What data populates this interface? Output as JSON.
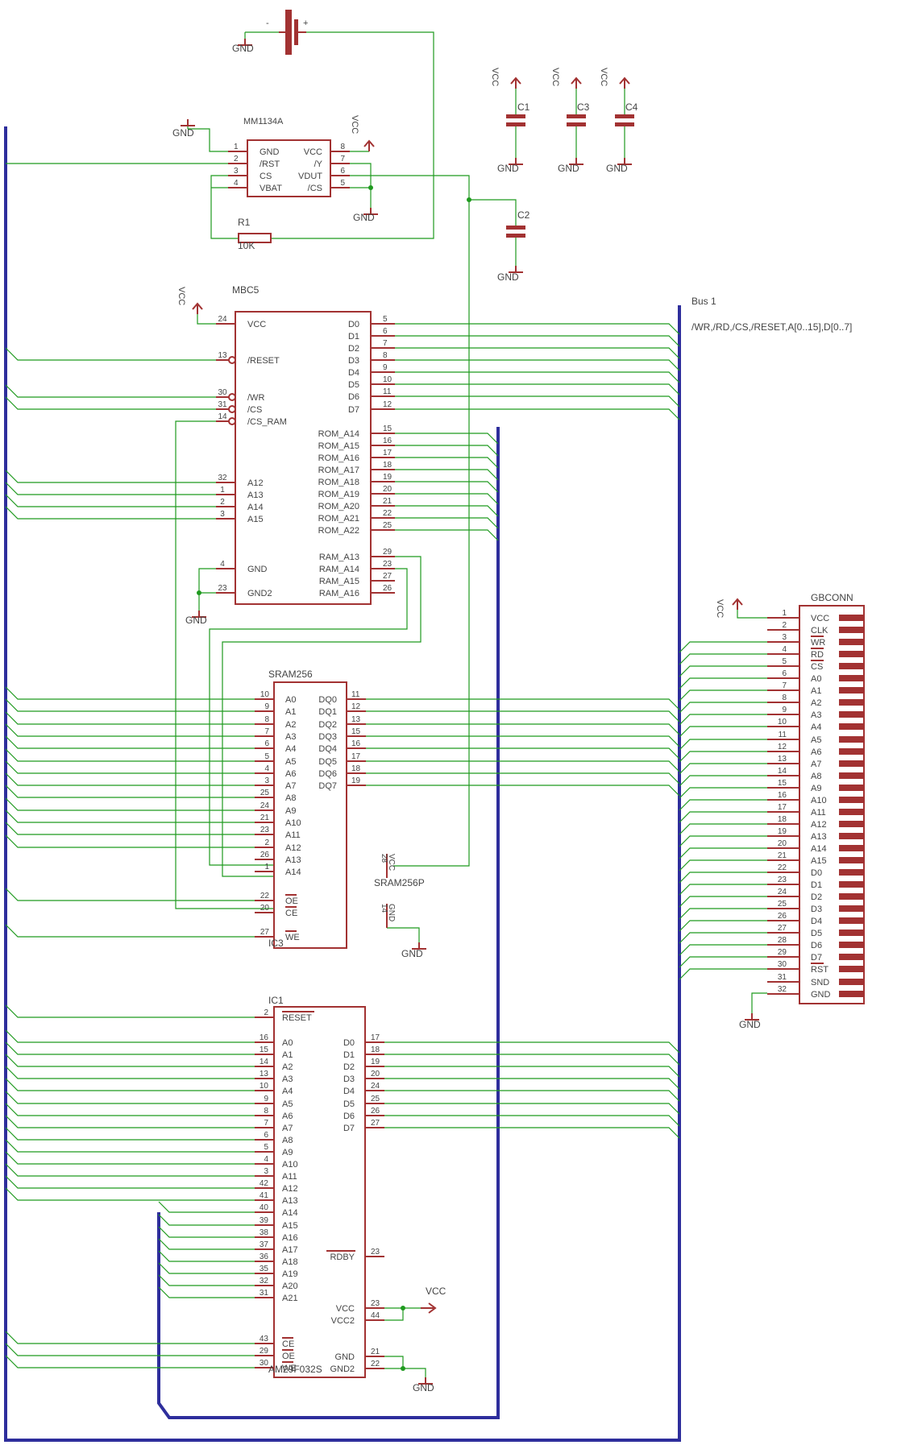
{
  "colors": {
    "wire": "#1f9a1f",
    "part": "#a23232",
    "bus": "#2e2e9c",
    "text": "#444444"
  },
  "battery": {
    "minus": "-",
    "plus": "+",
    "gnd": "GND"
  },
  "mm1134": {
    "name": "MM1134A",
    "gnd_top": "GND",
    "vcc": "VCC",
    "gnd_bottom": "GND",
    "left": [
      {
        "p": "1",
        "l": "GND"
      },
      {
        "p": "2",
        "l": "/RST"
      },
      {
        "p": "3",
        "l": "CS"
      },
      {
        "p": "4",
        "l": "VBAT"
      }
    ],
    "right": [
      {
        "p": "8",
        "l": "VCC"
      },
      {
        "p": "7",
        "l": "/Y"
      },
      {
        "p": "6",
        "l": "VDUT"
      },
      {
        "p": "5",
        "l": "/CS"
      }
    ]
  },
  "r1": {
    "name": "R1",
    "value": "10K"
  },
  "caps": [
    {
      "name": "C1",
      "vcc": "VCC",
      "gnd": "GND"
    },
    {
      "name": "C3",
      "vcc": "VCC",
      "gnd": "GND"
    },
    {
      "name": "C4",
      "vcc": "VCC",
      "gnd": "GND"
    },
    {
      "name": "C2",
      "gnd": "GND"
    }
  ],
  "bus": {
    "name": "Bus 1",
    "signals": "/WR,/RD,/CS,/RESET,A[0..15],D[0..7]"
  },
  "mbc5": {
    "name": "MBC5",
    "vcc": "VCC",
    "gnd": "GND",
    "left": [
      {
        "p": "24",
        "l": "VCC"
      },
      {
        "p": "13",
        "l": "/RESET"
      },
      {
        "p": "30",
        "l": "/WR"
      },
      {
        "p": "31",
        "l": "/CS"
      },
      {
        "p": "14",
        "l": "/CS_RAM"
      },
      {
        "p": "32",
        "l": "A12"
      },
      {
        "p": "1",
        "l": "A13"
      },
      {
        "p": "2",
        "l": "A14"
      },
      {
        "p": "3",
        "l": "A15"
      },
      {
        "p": "4",
        "l": "GND"
      },
      {
        "p": "23",
        "l": "GND2"
      }
    ],
    "right": [
      {
        "p": "5",
        "l": "D0"
      },
      {
        "p": "6",
        "l": "D1"
      },
      {
        "p": "7",
        "l": "D2"
      },
      {
        "p": "8",
        "l": "D3"
      },
      {
        "p": "9",
        "l": "D4"
      },
      {
        "p": "10",
        "l": "D5"
      },
      {
        "p": "11",
        "l": "D6"
      },
      {
        "p": "12",
        "l": "D7"
      },
      {
        "p": "15",
        "l": "ROM_A14"
      },
      {
        "p": "16",
        "l": "ROM_A15"
      },
      {
        "p": "17",
        "l": "ROM_A16"
      },
      {
        "p": "18",
        "l": "ROM_A17"
      },
      {
        "p": "19",
        "l": "ROM_A18"
      },
      {
        "p": "20",
        "l": "ROM_A19"
      },
      {
        "p": "21",
        "l": "ROM_A20"
      },
      {
        "p": "22",
        "l": "ROM_A21"
      },
      {
        "p": "25",
        "l": "ROM_A22"
      },
      {
        "p": "29",
        "l": "RAM_A13"
      },
      {
        "p": "23",
        "l": "RAM_A14"
      },
      {
        "p": "27",
        "l": "RAM_A15"
      },
      {
        "p": "26",
        "l": "RAM_A16"
      }
    ]
  },
  "sram": {
    "name": "SRAM256",
    "ref": "IC3",
    "power": "SRAM256P",
    "vcc_pin": "28",
    "vcc": "VCC",
    "gnd_pin": "14",
    "gnd": "GND",
    "gnd_label": "GND",
    "left": [
      {
        "p": "10",
        "l": "A0"
      },
      {
        "p": "9",
        "l": "A1"
      },
      {
        "p": "8",
        "l": "A2"
      },
      {
        "p": "7",
        "l": "A3"
      },
      {
        "p": "6",
        "l": "A4"
      },
      {
        "p": "5",
        "l": "A5"
      },
      {
        "p": "4",
        "l": "A6"
      },
      {
        "p": "3",
        "l": "A7"
      },
      {
        "p": "25",
        "l": "A8"
      },
      {
        "p": "24",
        "l": "A9"
      },
      {
        "p": "21",
        "l": "A10"
      },
      {
        "p": "23",
        "l": "A11"
      },
      {
        "p": "2",
        "l": "A12"
      },
      {
        "p": "26",
        "l": "A13"
      },
      {
        "p": "1",
        "l": "A14"
      },
      {
        "p": "22",
        "l": "OE"
      },
      {
        "p": "20",
        "l": "CE"
      },
      {
        "p": "27",
        "l": "WE"
      }
    ],
    "right": [
      {
        "p": "11",
        "l": "DQ0"
      },
      {
        "p": "12",
        "l": "DQ1"
      },
      {
        "p": "13",
        "l": "DQ2"
      },
      {
        "p": "15",
        "l": "DQ3"
      },
      {
        "p": "16",
        "l": "DQ4"
      },
      {
        "p": "17",
        "l": "DQ5"
      },
      {
        "p": "18",
        "l": "DQ6"
      },
      {
        "p": "19",
        "l": "DQ7"
      }
    ]
  },
  "flash": {
    "name": "AM29F032S",
    "ref": "IC1",
    "vcc_label": "VCC",
    "gnd_label": "GND",
    "left": [
      {
        "p": "2",
        "l": "RESET"
      },
      {
        "p": "16",
        "l": "A0"
      },
      {
        "p": "15",
        "l": "A1"
      },
      {
        "p": "14",
        "l": "A2"
      },
      {
        "p": "13",
        "l": "A3"
      },
      {
        "p": "10",
        "l": "A4"
      },
      {
        "p": "9",
        "l": "A5"
      },
      {
        "p": "8",
        "l": "A6"
      },
      {
        "p": "7",
        "l": "A7"
      },
      {
        "p": "6",
        "l": "A8"
      },
      {
        "p": "5",
        "l": "A9"
      },
      {
        "p": "4",
        "l": "A10"
      },
      {
        "p": "3",
        "l": "A11"
      },
      {
        "p": "42",
        "l": "A12"
      },
      {
        "p": "41",
        "l": "A13"
      },
      {
        "p": "40",
        "l": "A14"
      },
      {
        "p": "39",
        "l": "A15"
      },
      {
        "p": "38",
        "l": "A16"
      },
      {
        "p": "37",
        "l": "A17"
      },
      {
        "p": "36",
        "l": "A18"
      },
      {
        "p": "35",
        "l": "A19"
      },
      {
        "p": "32",
        "l": "A20"
      },
      {
        "p": "31",
        "l": "A21"
      },
      {
        "p": "43",
        "l": "CE"
      },
      {
        "p": "29",
        "l": "OE"
      },
      {
        "p": "30",
        "l": "WE"
      }
    ],
    "right": [
      {
        "p": "17",
        "l": "D0"
      },
      {
        "p": "18",
        "l": "D1"
      },
      {
        "p": "19",
        "l": "D2"
      },
      {
        "p": "20",
        "l": "D3"
      },
      {
        "p": "24",
        "l": "D4"
      },
      {
        "p": "25",
        "l": "D5"
      },
      {
        "p": "26",
        "l": "D6"
      },
      {
        "p": "27",
        "l": "D7"
      },
      {
        "p": "23",
        "l": "RDBY"
      },
      {
        "p": "23",
        "l": "VCC"
      },
      {
        "p": "44",
        "l": "VCC2"
      },
      {
        "p": "21",
        "l": "GND"
      },
      {
        "p": "22",
        "l": "GND2"
      }
    ]
  },
  "gbconn": {
    "name": "GBCONN",
    "vcc": "VCC",
    "gnd": "GND",
    "pins": [
      {
        "p": "1",
        "l": "VCC"
      },
      {
        "p": "2",
        "l": "CLK"
      },
      {
        "p": "3",
        "l": "WR"
      },
      {
        "p": "4",
        "l": "RD"
      },
      {
        "p": "5",
        "l": "CS"
      },
      {
        "p": "6",
        "l": "A0"
      },
      {
        "p": "7",
        "l": "A1"
      },
      {
        "p": "8",
        "l": "A2"
      },
      {
        "p": "9",
        "l": "A3"
      },
      {
        "p": "10",
        "l": "A4"
      },
      {
        "p": "11",
        "l": "A5"
      },
      {
        "p": "12",
        "l": "A6"
      },
      {
        "p": "13",
        "l": "A7"
      },
      {
        "p": "14",
        "l": "A8"
      },
      {
        "p": "15",
        "l": "A9"
      },
      {
        "p": "16",
        "l": "A10"
      },
      {
        "p": "17",
        "l": "A11"
      },
      {
        "p": "18",
        "l": "A12"
      },
      {
        "p": "19",
        "l": "A13"
      },
      {
        "p": "20",
        "l": "A14"
      },
      {
        "p": "21",
        "l": "A15"
      },
      {
        "p": "22",
        "l": "D0"
      },
      {
        "p": "23",
        "l": "D1"
      },
      {
        "p": "24",
        "l": "D2"
      },
      {
        "p": "25",
        "l": "D3"
      },
      {
        "p": "26",
        "l": "D4"
      },
      {
        "p": "27",
        "l": "D5"
      },
      {
        "p": "28",
        "l": "D6"
      },
      {
        "p": "29",
        "l": "D7"
      },
      {
        "p": "30",
        "l": "RST"
      },
      {
        "p": "31",
        "l": "SND"
      },
      {
        "p": "32",
        "l": "GND"
      }
    ]
  }
}
